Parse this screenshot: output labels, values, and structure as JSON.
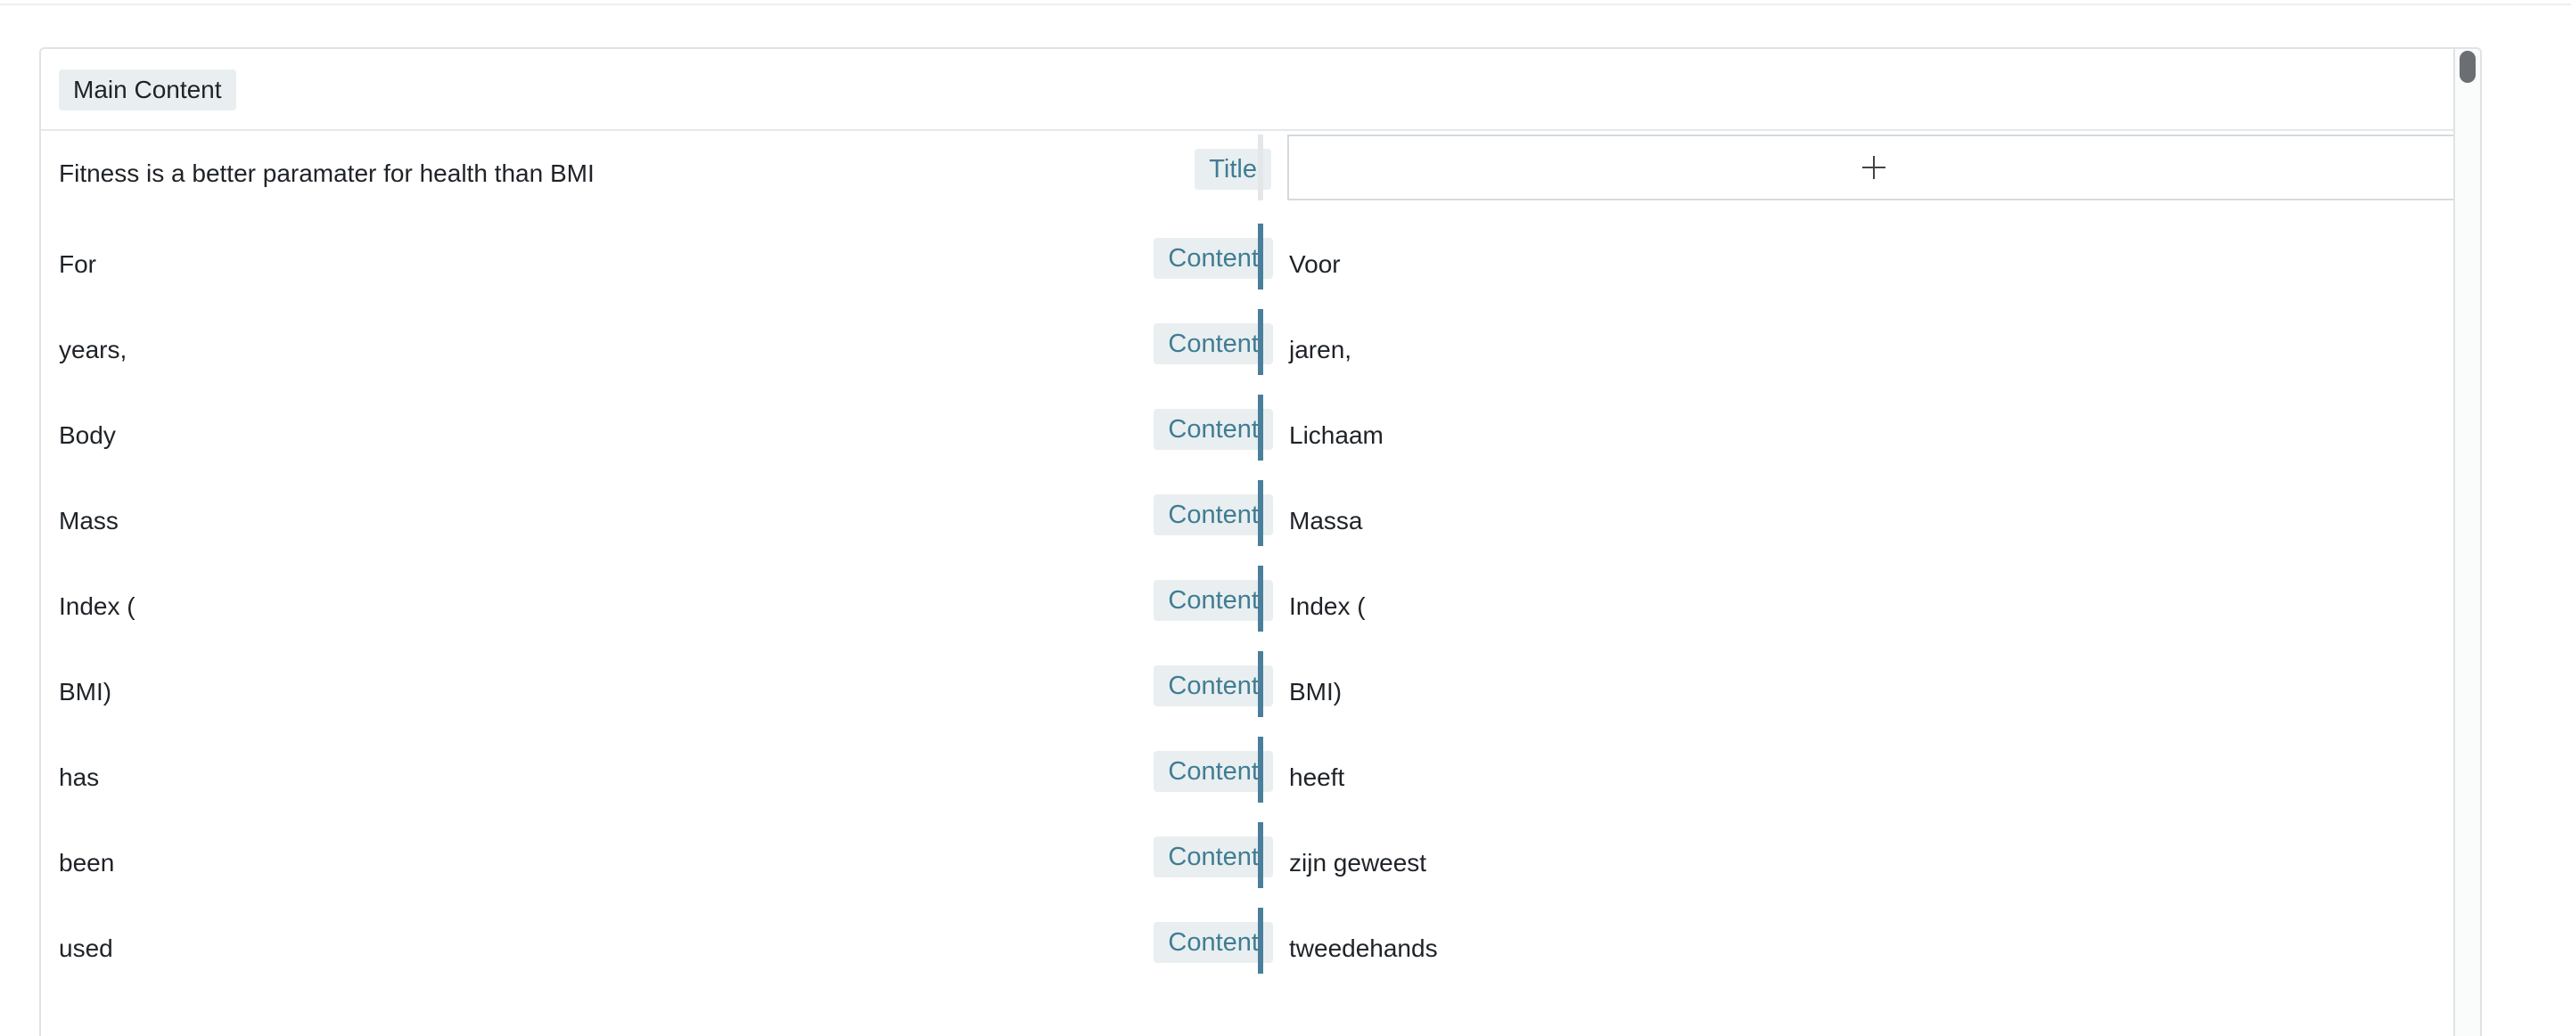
{
  "section": {
    "label": "Main Content"
  },
  "rows": [
    {
      "source": "Fitness is a better paramater for health than BMI",
      "tag": "Title",
      "target": ""
    },
    {
      "source": "For",
      "tag": "Content",
      "target": "Voor"
    },
    {
      "source": "years,",
      "tag": "Content",
      "target": "jaren,"
    },
    {
      "source": "Body",
      "tag": "Content",
      "target": "Lichaam"
    },
    {
      "source": "Mass",
      "tag": "Content",
      "target": "Massa"
    },
    {
      "source": "Index (",
      "tag": "Content",
      "target": "Index ("
    },
    {
      "source": "BMI)",
      "tag": "Content",
      "target": "BMI)"
    },
    {
      "source": "has",
      "tag": "Content",
      "target": "heeft"
    },
    {
      "source": "been",
      "tag": "Content",
      "target": "zijn geweest"
    },
    {
      "source": "used",
      "tag": "Content",
      "target": "tweedehands"
    }
  ],
  "icons": {
    "add": "plus-icon"
  },
  "colors": {
    "accent": "#4a7f9b",
    "tag_text": "#3f7d93",
    "tag_bg": "#e9eef0"
  }
}
